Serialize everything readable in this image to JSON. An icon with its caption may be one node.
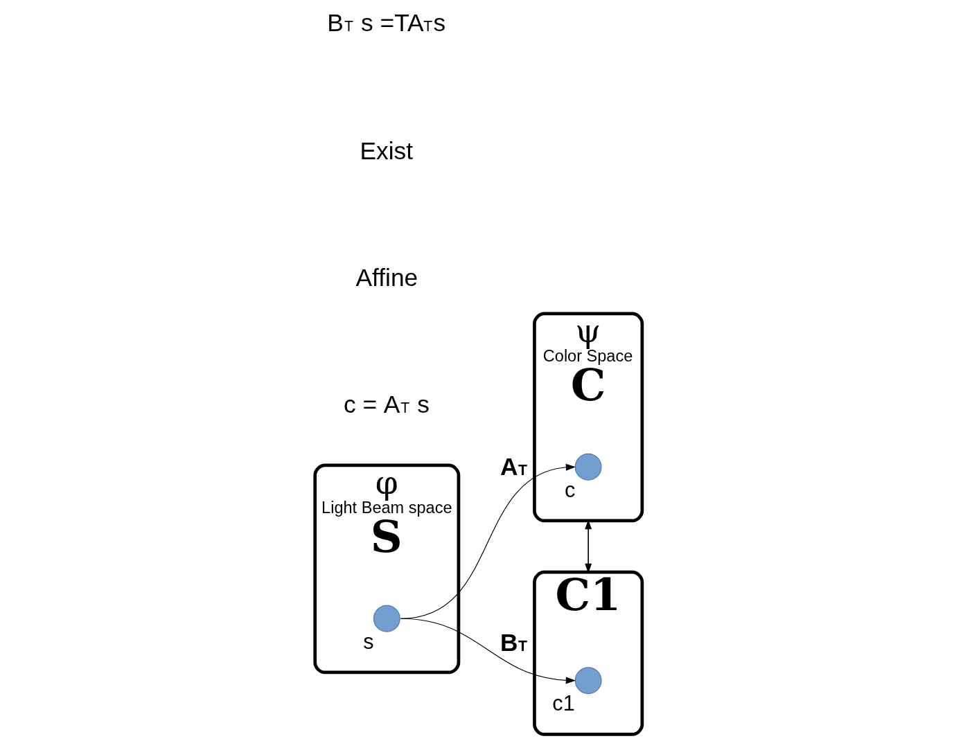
{
  "diagram": {
    "nodes": [
      {
        "text": [
          "φ",
          "Light Beam space",
          "S"
        ]
      },
      {
        "text": [],
        "shape": "circle",
        "in": 0,
        "beside": [
          "s"
        ]
      },
      {
        "text": [
          "ψ",
          "Color Space",
          "C"
        ]
      },
      {
        "text": [],
        "shape": "circle",
        "in": 2,
        "beside": [
          "c"
        ]
      },
      {
        "text": [
          "C1"
        ]
      },
      {
        "text": [],
        "shape": "circle",
        "in": 4,
        "beside": [
          "c1"
        ]
      }
    ],
    "edges": [
      {
        "from": 1,
        "to": 3,
        "arrow": "to",
        "label": "A$^{T}$"
      },
      {
        "from": 1,
        "to": 5,
        "arrow": "to",
        "label": "B$^{T}$"
      },
      {
        "from": 2,
        "to": 4,
        "arrow": "to"
      },
      {
        "from": 4,
        "to": 2,
        "arrow": "to"
      }
    ],
    "labels": [
      "c = A$^{T}$ s",
      "Affine",
      "Exist",
      "B$^{T}$ s =TA$^{T}$s"
    ]
  }
}
